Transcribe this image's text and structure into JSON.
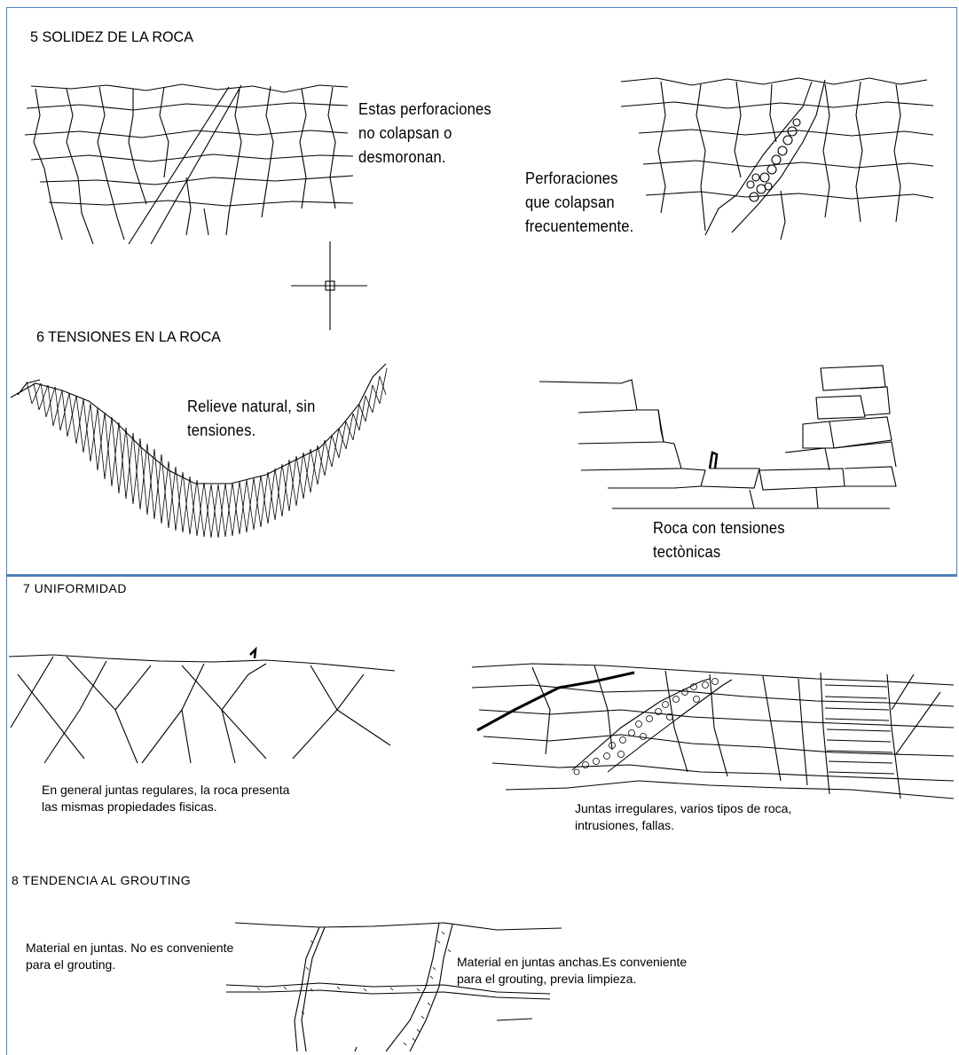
{
  "sections": [
    {
      "heading": "5  SOLIDEZ DE LA ROCA",
      "captions": [
        "Estas perforaciones\nno colapsan o\ndesmoronan.",
        "Perforaciones\nque colapsan\nfrecuentemente."
      ]
    },
    {
      "heading": "6  TENSIONES EN LA ROCA",
      "captions": [
        "Relieve natural, sin\ntensiones.",
        "Roca con tensiones\ntectònicas"
      ]
    },
    {
      "heading": "7  UNIFORMIDAD",
      "captions": [
        "En general juntas regulares, la roca presenta\nlas mismas propiedades fisicas.",
        "Juntas irregulares, varios tipos de roca,\nintrusiones, fallas."
      ]
    },
    {
      "heading": "8  TENDENCIA AL GROUTING",
      "captions": [
        "Material en juntas. No es conveniente\npara el grouting.",
        "Material en juntas anchas.Es conveniente\npara el grouting, previa limpieza."
      ]
    }
  ]
}
